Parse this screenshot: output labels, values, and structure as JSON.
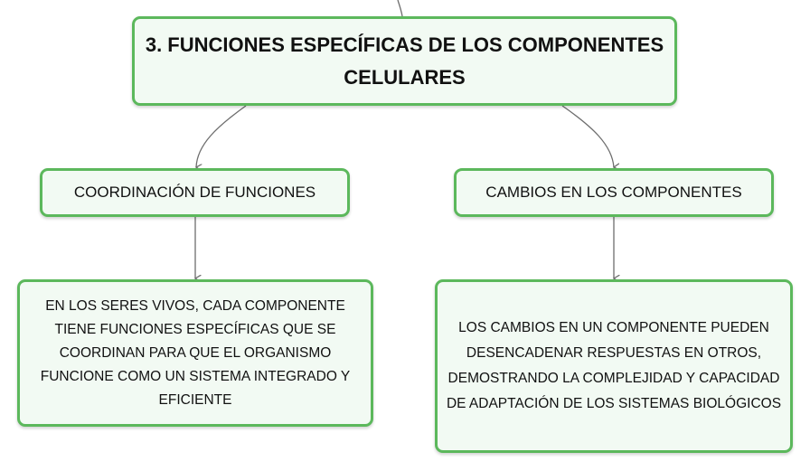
{
  "diagram": {
    "root": {
      "text": "3. FUNCIONES ESPECÍFICAS DE LOS COMPONENTES CELULARES"
    },
    "branches": [
      {
        "label": "COORDINACIÓN DE FUNCIONES",
        "detail": "EN LOS SERES VIVOS, CADA COMPONENTE TIENE FUNCIONES ESPECÍFICAS QUE SE COORDINAN PARA QUE EL ORGANISMO FUNCIONE COMO UN SISTEMA INTEGRADO Y EFICIENTE"
      },
      {
        "label": "CAMBIOS EN LOS COMPONENTES",
        "detail": "LOS CAMBIOS EN UN COMPONENTE PUEDEN DESENCADENAR RESPUESTAS EN OTROS, DEMOSTRANDO LA COMPLEJIDAD Y CAPACIDAD DE ADAPTACIÓN DE LOS SISTEMAS BIOLÓGICOS"
      }
    ],
    "colors": {
      "node_border": "#5cb85c",
      "node_fill": "#f2faf3",
      "connector": "#6d6d6d"
    }
  }
}
